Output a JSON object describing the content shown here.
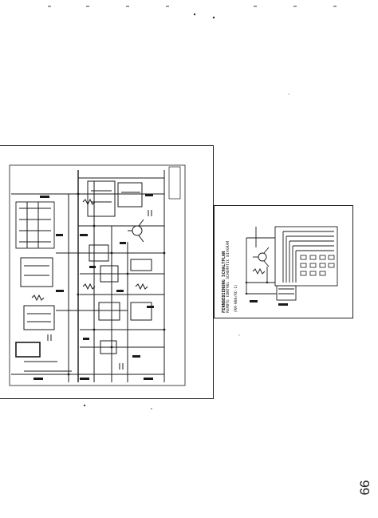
{
  "remote_panel": {
    "title_line1": "FERNBEDIENUNG SCHALTPLAN",
    "title_line2": "REMOTE CONTROL SCHEMATIC DIAGRAM",
    "title_line3": "(RM-H80/RC-1)"
  },
  "page": {
    "number": "66"
  },
  "colors": {
    "ink": "#1a1a1a",
    "paper": "#ffffff"
  }
}
